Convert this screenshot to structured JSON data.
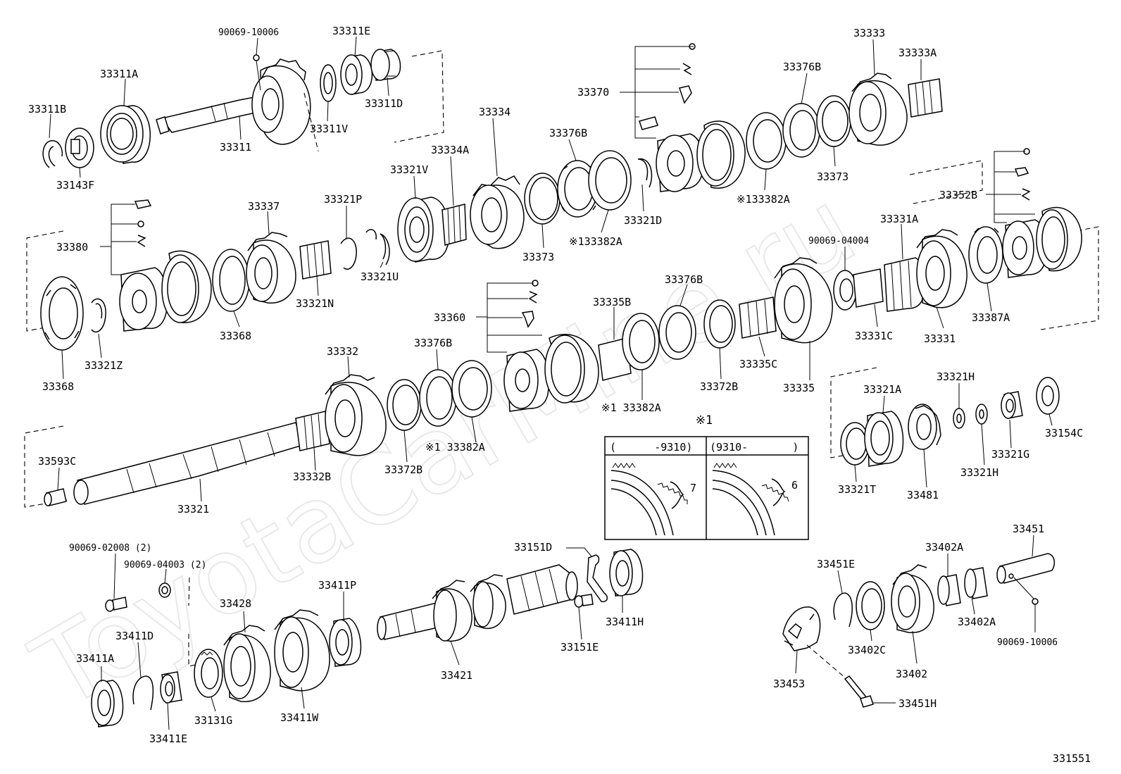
{
  "diagram_id": "331551",
  "watermark": "ToyotaCarMine.ru",
  "labels": {
    "p1": "90069-10006",
    "p2": "33311E",
    "p3": "33311A",
    "p4": "33311B",
    "p5": "33311D",
    "p6": "33311V",
    "p7": "33311",
    "p8": "33143F",
    "p9": "33333",
    "p10": "33333A",
    "p11": "33376B",
    "p12": "33370",
    "p13": "33334",
    "p14": "33376B",
    "p15": "33334A",
    "p16": "33321V",
    "p17": "33373",
    "p18": "※133382A",
    "p19": "33321D",
    "p20": "33373",
    "p21": "※133382A",
    "p22": "33352B",
    "p23": "33337",
    "p24": "33321P",
    "p25": "33380",
    "p26": "33321U",
    "p27": "33321N",
    "p28": "33368",
    "p29": "33321Z",
    "p30": "33368",
    "p31": "90069-04004",
    "p32": "33331A",
    "p33": "33376B",
    "p34": "33335B",
    "p35": "33360",
    "p36": "33376B",
    "p37": "33332",
    "p38": "33331C",
    "p39": "33331",
    "p40": "33387A",
    "p41": "33335C",
    "p42": "33372B",
    "p43": "33335",
    "p44": "※1 33382A",
    "p45": "※1 33382A",
    "p46": "33372B",
    "p47": "33593C",
    "p48": "33332B",
    "p49": "33321",
    "p50": "33321A",
    "p51": "33321H",
    "p52": "33154C",
    "p53": "33321G",
    "p54": "33321H",
    "p55": "33321T",
    "p56": "33481",
    "p57": "90069-02008 (2)",
    "p58": "90069-04003 (2)",
    "p59": "33151D",
    "p60": "33411P",
    "p61": "33428",
    "p62": "33411D",
    "p63": "33411A",
    "p64": "33411H",
    "p65": "33151E",
    "p66": "33421",
    "p67": "33131G",
    "p68": "33411W",
    "p69": "33411E",
    "p70": "33451",
    "p71": "33402A",
    "p72": "33451E",
    "p73": "33402A",
    "p74": "90069-10006",
    "p75": "33402C",
    "p76": "33402",
    "p77": "33453",
    "p78": "33451H"
  },
  "inset": {
    "mark": "※1",
    "col1_header": "(      -9310)",
    "col2_header": "(9310-       )",
    "col1_count": "7",
    "col2_count": "6"
  }
}
